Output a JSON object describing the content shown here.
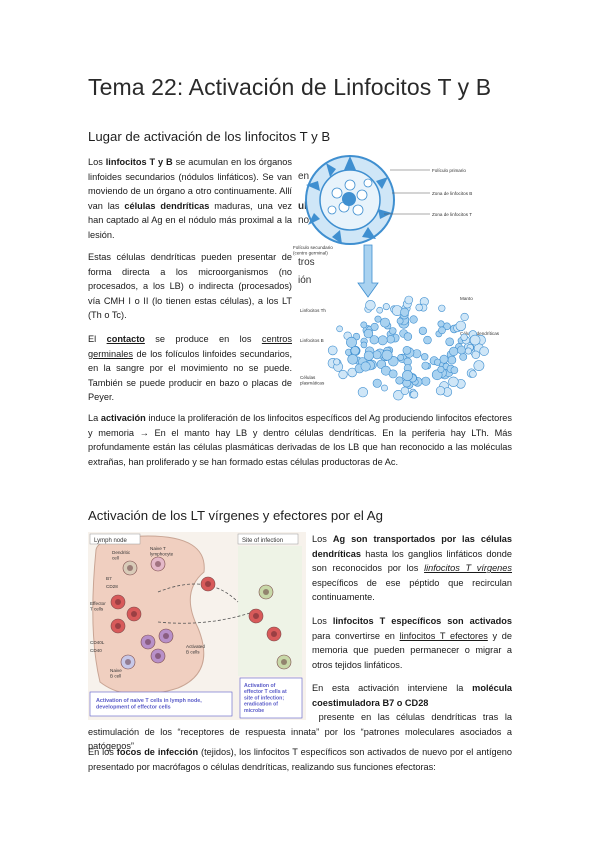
{
  "title": "Tema 22: Activación de Linfocitos T y B",
  "section1": {
    "heading": "Lugar de activación de los linfocitos T y B",
    "p1": {
      "a": "Los ",
      "b": "linfocitos T y B",
      "c": " se acumulan en los órganos linfoides secundarios (nódulos linfáticos). Se van moviendo de un órgano a otro continuamente. Allí van las ",
      "d": "células dendríticas",
      "e": " maduras, una vez han captado al Ag en el nódulo más proximal a la lesión."
    },
    "p2": "Estas células dendríticas pueden presentar de forma directa a los microorganismos (no procesados, a los LB) o indirecta (procesados) vía CMH I o II (lo tienen estas células), a los LT (Th o Tc).",
    "p3": {
      "a": "El ",
      "b": "contacto",
      "c": " se produce en los ",
      "d": "centros germinales",
      "e": " de los folículos linfoides secundarios, en la sangre por el movimiento no se puede. También se puede producir en bazo o placas de Peyer."
    },
    "p4": {
      "a": "La ",
      "b": "activación",
      "c": " induce la proliferación de los linfocitos específicos del Ag produciendo linfocitos efectores y memoria → En el manto hay LB y dentro células dendríticas. En la periferia hay LTh. Más profundamente están las células plasmáticas derivadas de los LB que han reconocido a las moléculas extrañas, han proliferado y se han formado estas células productoras de Ac."
    },
    "overlay_fragments": [
      "en",
      "ulas",
      "no",
      "tros",
      "ión"
    ],
    "figure_labels": {
      "primary_follicle": "Folículo primario",
      "b_zone": "Zona de linfocitos B",
      "t_zone": "Zona de linfocitos T",
      "secondary_follicle": "Folículo secundario\n(centro germinal)",
      "th": "Linfocitos Th",
      "lb": "Linfocitos B",
      "plasma": "Células\nplasmáticas",
      "mantle": "Manto",
      "dendritic": "Células dendríticas\nfoliculares"
    }
  },
  "section2": {
    "heading": "Activación de los LT vírgenes y efectores por el Ag",
    "p1": {
      "a": "Los ",
      "b": "Ag son transportados por las células dendríticas",
      "c": " hasta los ganglios linfáticos donde son reconocidos por los ",
      "d": "linfocitos T vírgenes",
      "e": " específicos de ese péptido que recirculan continuamente."
    },
    "p2": {
      "a": "Los ",
      "b": "linfocitos T específicos son activados",
      "c": " para convertirse en ",
      "d": "linfocitos T efectores",
      "e": " y de memoria que pueden permanecer o migrar a otros tejidos linfáticos."
    },
    "p3": {
      "a": "En esta activación interviene la ",
      "b": "molécula coestimuladora B7 o CD28",
      "c": " presente en las células dendríticas tras la estimulación de los “receptores de respuesta innata” por los “patrones moleculares asociados a patógenos”"
    },
    "p4": {
      "a": "En los ",
      "b": "focos de infección",
      "c": " (tejidos), los linfocitos T específicos son activados de nuevo por el antígeno presentado por macrófagos o células dendríticas, realizando sus funciones efectoras:"
    },
    "figure_labels": {
      "lymph_node": "Lymph node",
      "site": "Site of infection",
      "dendritic": "Dendritic\ncell",
      "naive_t": "Naive T\nlymphocyte",
      "b7": "B7",
      "cd28": "CD28",
      "effector_t": "Effector\nT cells",
      "cd40l": "CD40L",
      "cd40": "CD40",
      "activated_b": "Activated\nB cells",
      "naive_b": "Naive\nB cell",
      "caption_left": "Activation of naive T cells in lymph node,\ndevelopment of effector cells",
      "caption_right": "Activation of\neffector T cells at\nsite of infection;\neradication of\nmicrobe"
    }
  },
  "colors": {
    "fig1_blue": "#3f8fd0",
    "fig1_light": "#a9d2f0",
    "fig2_bg": "#f1d8c8",
    "fig2_caption": "#5a5cc8"
  }
}
